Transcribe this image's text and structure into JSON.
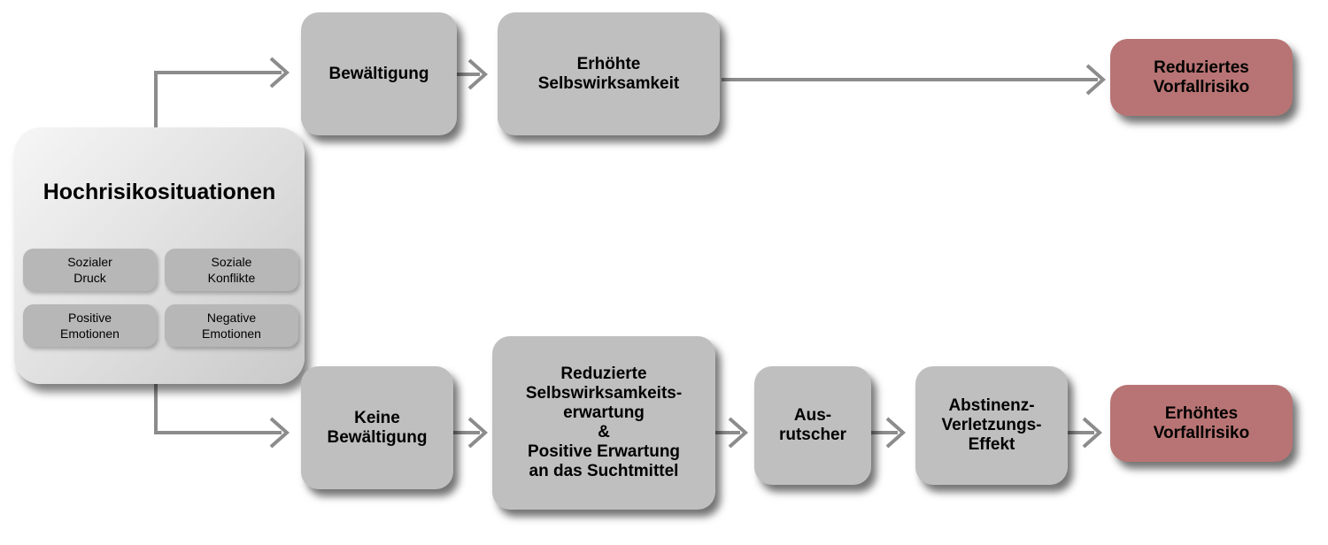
{
  "risk_situation": {
    "title": "Hochrisikosituationen",
    "factors": [
      "Sozialer\nDruck",
      "Soziale\nKonflikte",
      "Positive\nEmotionen",
      "Negative\nEmotionen"
    ]
  },
  "coping_path": {
    "coping": "Bewältigung",
    "self_efficacy": "Erhöhte\nSelbswirksamkeit",
    "outcome": "Reduziertes\nVorfallrisiko"
  },
  "no_coping_path": {
    "no_coping": "Keine\nBewältigung",
    "reduced_expectation": "Reduzierte\nSelbswirksamkeits-\nerwartung\n&\nPositive Erwartung\nan das Suchtmittel",
    "slip": "Aus-\nrutscher",
    "abstinence_violation": "Abstinenz-\nVerletzungs-\nEffekt",
    "outcome": "Erhöhtes\nVorfallrisiko"
  },
  "colors": {
    "step_box": "#bfbfbf",
    "outcome_box": "#b87474",
    "connector": "#8c8c8c"
  }
}
